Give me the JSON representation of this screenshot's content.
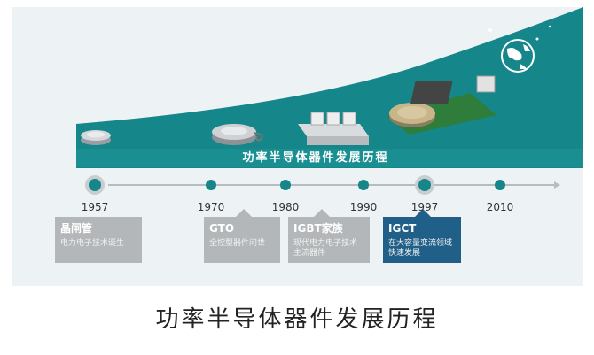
{
  "banner": {
    "label": "功率半导体器件发展历程"
  },
  "timeline": {
    "years": [
      "1957",
      "1970",
      "1980",
      "1990",
      "1997",
      "2010"
    ]
  },
  "cards": [
    {
      "title": "晶闸管",
      "subtitle": "电力电子技术诞生"
    },
    {
      "title": "GTO",
      "subtitle": "全控型器件问世"
    },
    {
      "title": "IGBT家族",
      "subtitle": "现代电力电子技术主流器件"
    },
    {
      "title": "IGCT",
      "subtitle": "在大容量变流领域快速发展"
    }
  ],
  "footer": {
    "title": "功率半导体器件发展历程"
  },
  "colors": {
    "teal": "#15868a",
    "panel": "#edf2f4",
    "grey": "#b3b7b9",
    "blue": "#1f5f88"
  }
}
